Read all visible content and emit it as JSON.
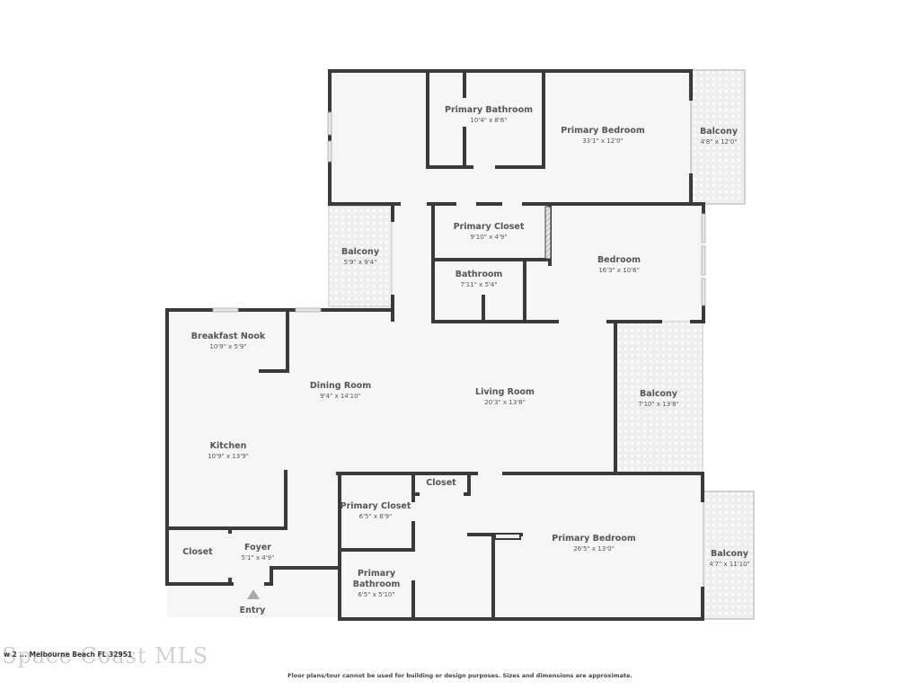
{
  "plan": {
    "rooms": [
      {
        "name": "Primary Bathroom",
        "dim": "10'4\" x 8'6\""
      },
      {
        "name": "Primary Bedroom",
        "dim": "33'1\" x 12'0\""
      },
      {
        "name": "Balcony",
        "dim": "4'8\" x 12'0\""
      },
      {
        "name": "Primary Closet",
        "dim": "9'10\" x 4'9\""
      },
      {
        "name": "Balcony",
        "dim": "5'9\" x 9'4\""
      },
      {
        "name": "Bedroom",
        "dim": "16'3\" x 10'6\""
      },
      {
        "name": "Bathroom",
        "dim": "7'11\" x 5'4\""
      },
      {
        "name": "Breakfast Nook",
        "dim": "10'9\" x 5'9\""
      },
      {
        "name": "Dining Room",
        "dim": "9'4\" x 14'10\""
      },
      {
        "name": "Living Room",
        "dim": "20'3\" x 13'8\""
      },
      {
        "name": "Balcony",
        "dim": "7'10\" x 13'8\""
      },
      {
        "name": "Kitchen",
        "dim": "10'9\" x 13'9\""
      },
      {
        "name": "Closet",
        "dim": ""
      },
      {
        "name": "Primary Closet",
        "dim": "6'5\" x 6'9\""
      },
      {
        "name": "Primary Bedroom",
        "dim": "26'5\" x 13'0\""
      },
      {
        "name": "Balcony",
        "dim": "4'7\" x 11'10\""
      },
      {
        "name": "Closet",
        "dim": ""
      },
      {
        "name": "Foyer",
        "dim": "5'1\" x 4'9\""
      },
      {
        "name": "Primary",
        "dim": ""
      },
      {
        "name": "Bathroom",
        "dim": "6'5\" x 5'10\""
      }
    ],
    "entry_label": "Entry"
  },
  "footer": {
    "address": "w 2 ... Melbourne Beach FL 32951",
    "watermark": "Space Coast MLS",
    "disclaimer": "Floor plans/tour cannot be used for building or design purposes. Sizes and dimensions are approximate."
  },
  "colors": {
    "wall": "#3a3a3a",
    "floor": "#f6f6f6",
    "balcony_fill": "#efefef",
    "label": "#555555"
  }
}
